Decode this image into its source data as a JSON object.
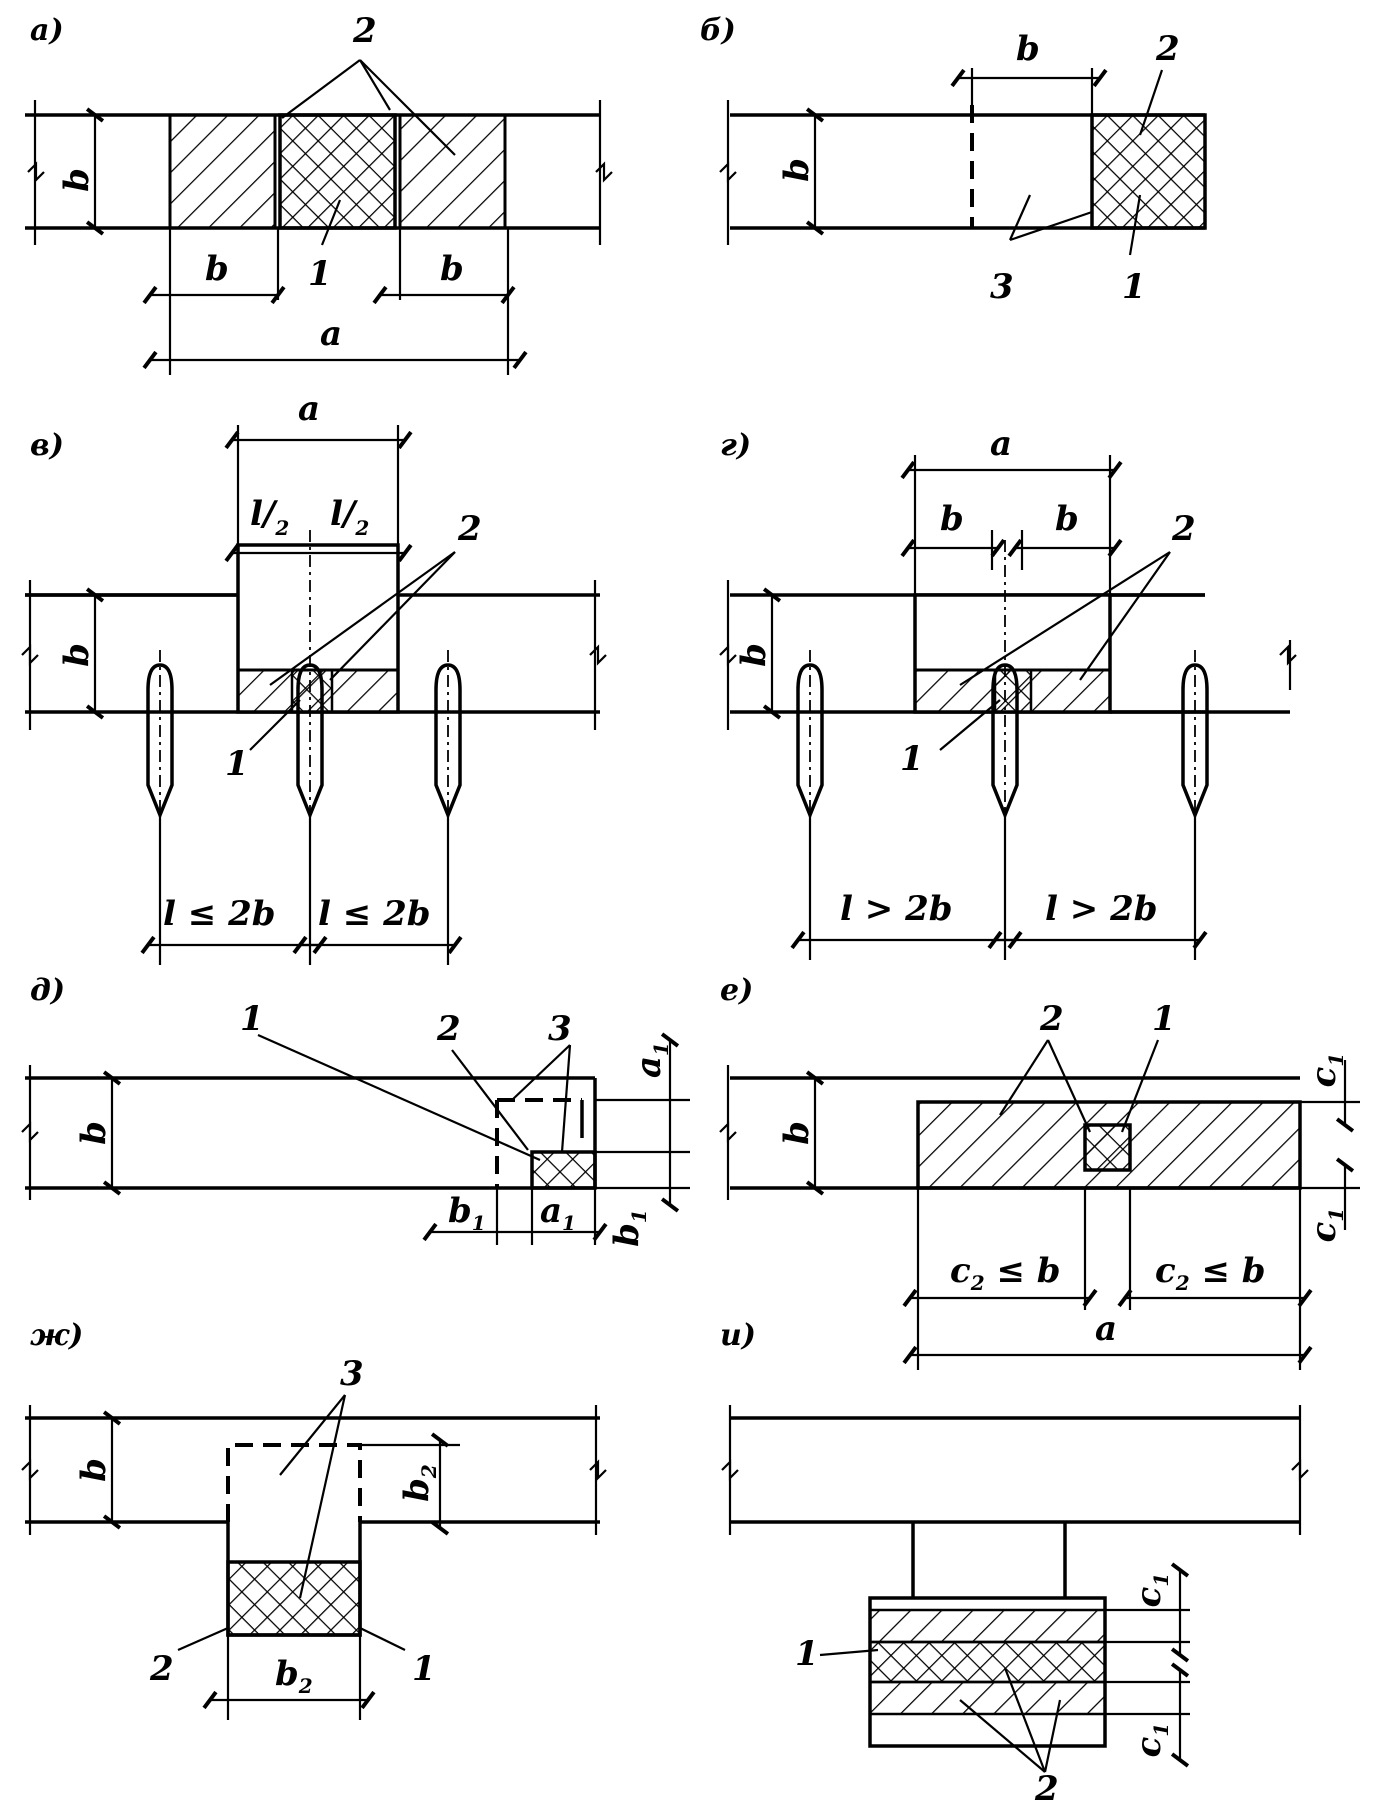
{
  "panels": {
    "a": {
      "title": "а)",
      "b": "b",
      "a": "a",
      "n1": "1",
      "n2": "2"
    },
    "b": {
      "title": "б)",
      "b": "b",
      "n1": "1",
      "n2": "2",
      "n3": "3"
    },
    "v": {
      "title": "в)",
      "a": "a",
      "b": "b",
      "half": "l",
      "half_den": "2",
      "spacing": "l ≤ 2b",
      "n1": "1",
      "n2": "2"
    },
    "g": {
      "title": "г)",
      "a": "a",
      "b": "b",
      "spacing": "l > 2b",
      "n1": "1",
      "n2": "2"
    },
    "d": {
      "title": "д)",
      "b": "b",
      "b1": "b",
      "a1": "a",
      "sub1": "1",
      "n1": "1",
      "n2": "2",
      "n3": "3"
    },
    "e": {
      "title": "е)",
      "b": "b",
      "a": "a",
      "c2": "c",
      "c2_rest": " ≤ b",
      "c1": "c",
      "sub1": "1",
      "sub2": "2",
      "n1": "1",
      "n2": "2"
    },
    "zh": {
      "title": "ж)",
      "b": "b",
      "b2": "b",
      "sub2": "2",
      "n1": "1",
      "n2": "2",
      "n3": "3"
    },
    "i": {
      "title": "и)",
      "c1": "c",
      "sub1": "1",
      "n1": "1",
      "n2": "2"
    }
  }
}
